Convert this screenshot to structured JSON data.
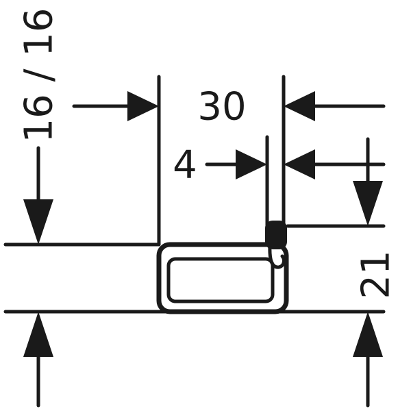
{
  "drawing": {
    "background_color": "#ffffff",
    "ink_color": "#1a1a1a",
    "dimensions": {
      "depth": {
        "label": "16 / 16"
      },
      "width": {
        "label": "30"
      },
      "hook_thickness": {
        "label": "4"
      },
      "height": {
        "label": "21"
      }
    }
  }
}
